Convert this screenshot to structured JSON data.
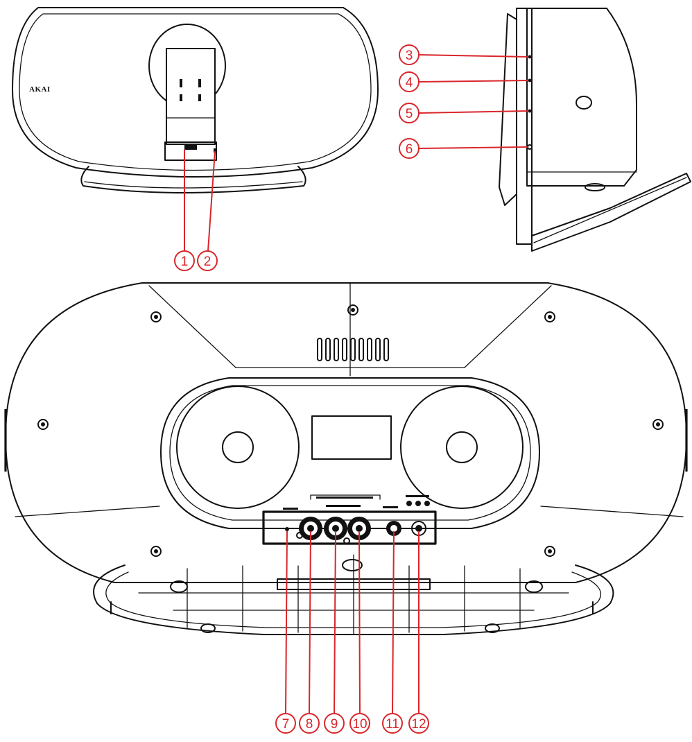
{
  "brand": "AKAI",
  "callouts": [
    {
      "n": "1"
    },
    {
      "n": "2"
    },
    {
      "n": "3"
    },
    {
      "n": "4"
    },
    {
      "n": "5"
    },
    {
      "n": "6"
    },
    {
      "n": "7"
    },
    {
      "n": "8"
    },
    {
      "n": "9"
    },
    {
      "n": "10"
    },
    {
      "n": "11"
    },
    {
      "n": "12"
    }
  ],
  "colors": {
    "callout": "#d9262b",
    "line": "#111111",
    "background": "#ffffff"
  }
}
